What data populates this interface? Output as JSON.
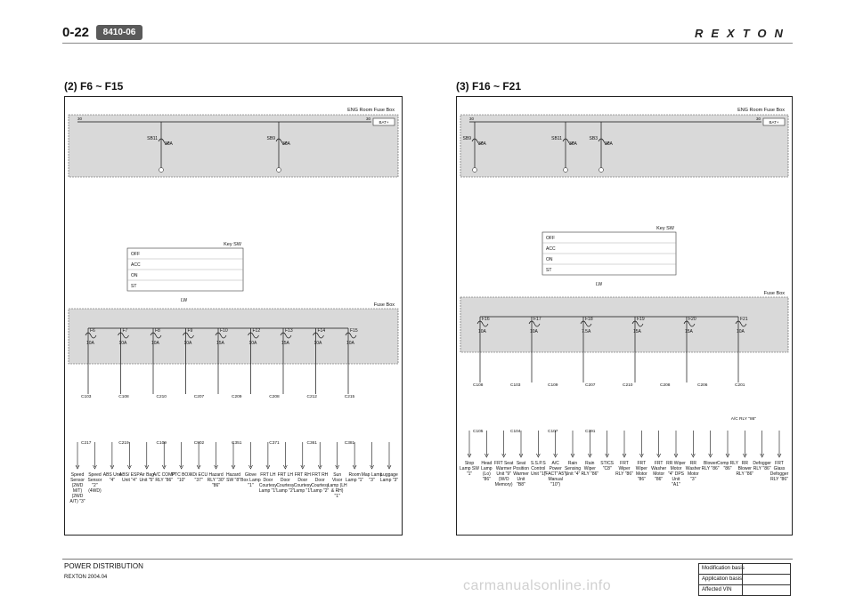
{
  "header": {
    "page_number": "0-22",
    "section_code": "8410-06",
    "brand_logo": "REXTON"
  },
  "left": {
    "title": "(2) F6 ~ F15",
    "fusebox_top": "ENG Room Fuse Box",
    "fusebox_mid": "Fuse Box",
    "bat_label": "BAT+",
    "fuses_top": [
      {
        "name": "SB11",
        "rating": "30A"
      },
      {
        "name": "SB9",
        "rating": "30A"
      }
    ],
    "connectors": [
      "C103",
      "C108",
      "C210",
      "C207",
      "C209",
      "C208",
      "C212",
      "C215",
      "C217",
      "C219",
      "C109",
      "C902",
      "C351",
      "C371",
      "C361",
      "C381"
    ],
    "key_sw": {
      "label": "Key SW",
      "positions": [
        "OFF",
        "ACC",
        "ON",
        "ST"
      ]
    },
    "wire_lw": "LW",
    "fuses": [
      {
        "name": "F6",
        "rating": "10A"
      },
      {
        "name": "F7",
        "rating": "10A"
      },
      {
        "name": "F8",
        "rating": "10A"
      },
      {
        "name": "F9",
        "rating": "10A"
      },
      {
        "name": "F10",
        "rating": "15A"
      },
      {
        "name": "F12",
        "rating": "10A"
      },
      {
        "name": "F13",
        "rating": "15A"
      },
      {
        "name": "F14",
        "rating": "10A"
      },
      {
        "name": "F15",
        "rating": "10A"
      }
    ],
    "loads": [
      "Speed Sensor (2WD M/T) (2WD A/T) \"3\"",
      "Speed Sensor \"2\" (4WD)",
      "ABS Unit \"4\"",
      "ABS/ ESP Unit \"4\"",
      "Air Bag Unit \"5\"",
      "A/C COMP RLY \"86\"",
      "PTC BOX \"10\"",
      "XDi ECU \"37\"",
      "Hazard RLY \"30\" \"86\"",
      "Hazard SW \"8\"",
      "Glove Box Lamp \"1\"",
      "FRT LH Door Courtesy Lamp \"1\"",
      "FRT LH Door Courtesy Lamp \"2\"",
      "FRT RH Door Courtesy Lamp \"1\"",
      "FRT RH Door Courtesy Lamp \"2\"",
      "Sun Visor Lamp (LH & RH) \"1\"",
      "Room Lamp \"1\"",
      "Map Lamp \"3\"",
      "Luggage Lamp \"3\""
    ]
  },
  "right": {
    "title": "(3) F16 ~ F21",
    "fusebox_top": "ENG Room Fuse Box",
    "fusebox_mid": "Fuse Box",
    "bat_label": "BAT+",
    "fuses_top": [
      {
        "name": "SB9",
        "rating": "30A"
      },
      {
        "name": "SB11",
        "rating": "30A"
      },
      {
        "name": "SB3",
        "rating": "30A"
      }
    ],
    "connectors": [
      "C108",
      "C103",
      "C109",
      "C207",
      "C210",
      "C208",
      "C206",
      "C201",
      "C105",
      "C104",
      "C107",
      "C391"
    ],
    "key_sw": {
      "label": "Key SW",
      "positions": [
        "OFF",
        "ACC",
        "ON",
        "ST"
      ]
    },
    "wire_lw": "LW",
    "fuses": [
      {
        "name": "F16",
        "rating": "10A"
      },
      {
        "name": "F17",
        "rating": "10A"
      },
      {
        "name": "F18",
        "rating": "7.5A"
      },
      {
        "name": "F19",
        "rating": "15A"
      },
      {
        "name": "F20",
        "rating": "15A"
      },
      {
        "name": "F21",
        "rating": "10A"
      }
    ],
    "relay_note": "A/C RLY \"86\"",
    "loads": [
      "Stop Lamp SW \"1\"",
      "Head Lamp (Lo) \"86\"",
      "FRT Seat Warmer Unit \"9\" (W/O Memory)",
      "Seat Position Warmer Unit \"B8\"",
      "S.S.P.S Control Unit \"1\"",
      "A/C Power (FACT\"A5\") Manual \"10\")",
      "Rain Sensing Unit \"4\"",
      "Rain Wiper RLY \"86\"",
      "STICS \"C8\"",
      "FRT Wiper RLY \"86\"",
      "FRT Wiper Motor \"86\"",
      "FRT Washer Motor \"86\"",
      "RR Wiper Motor \"4\" DPS Unit \"A1\"",
      "RR Washer Motor \"3\"",
      "Blower RLY \"86\"",
      "Comp RLY \"86\"",
      "RR Blower RLY \"86\"",
      "Defogger RLY \"86\"",
      "FRT Glass Defogger RLY \"86\""
    ]
  },
  "footer": {
    "title": "POWER DISTRIBUTION",
    "model_date": "REXTON 2004.04",
    "mod_table": [
      "Modification basis",
      "Application basis",
      "Affected VIN"
    ],
    "watermark": "carmanualsonline.info"
  }
}
